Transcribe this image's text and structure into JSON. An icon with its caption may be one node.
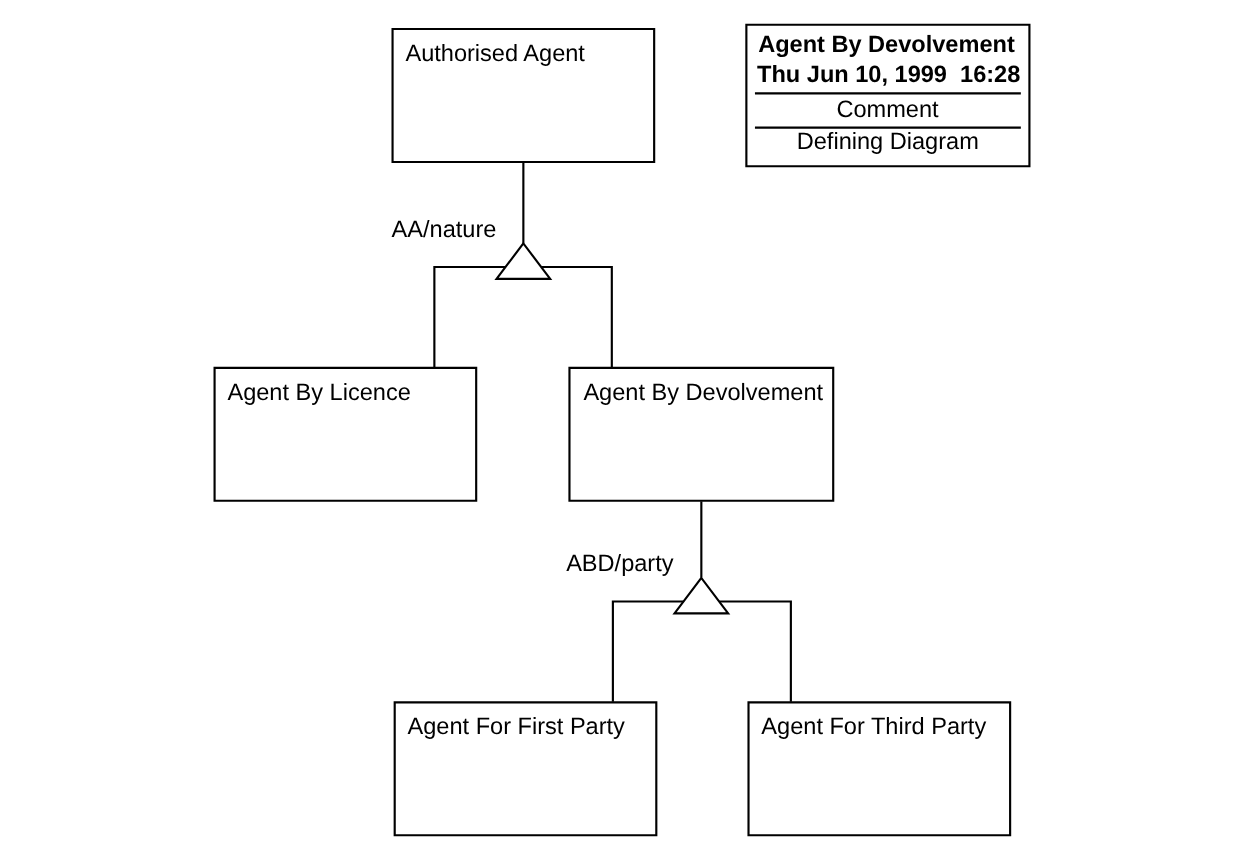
{
  "diagram": {
    "nodes": [
      {
        "text": [
          "Authorised Agent"
        ]
      },
      {
        "text": [],
        "shape": "triangle",
        "beside": [
          "AA/nature"
        ]
      },
      {
        "text": [
          "Agent By Licence"
        ]
      },
      {
        "text": [
          "Agent By Devolvement"
        ]
      },
      {
        "text": [],
        "shape": "triangle",
        "beside": [
          "ABD/party"
        ]
      },
      {
        "text": [
          "Agent For First Party"
        ]
      },
      {
        "text": [
          "Agent For Third Party"
        ]
      },
      {
        "text": [
          "Agent By Devolvement",
          "Thu Jun 10, 1999  16:28",
          "Comment",
          "Defining Diagram"
        ]
      }
    ],
    "edges": [
      {
        "from": 0,
        "to": 1,
        "arrow": "none"
      },
      {
        "from": 1,
        "to": 2,
        "arrow": "none"
      },
      {
        "from": 1,
        "to": 3,
        "arrow": "none"
      },
      {
        "from": 3,
        "to": 4,
        "arrow": "none"
      },
      {
        "from": 4,
        "to": 5,
        "arrow": "none"
      },
      {
        "from": 4,
        "to": 6,
        "arrow": "none"
      }
    ]
  }
}
